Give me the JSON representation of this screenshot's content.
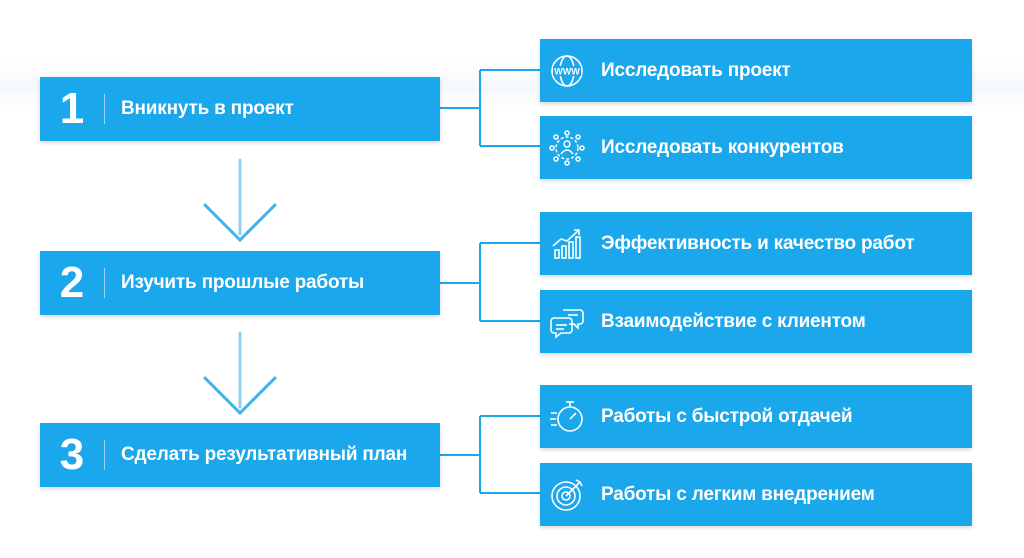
{
  "steps": [
    {
      "number": "1",
      "label": "Вникнуть в проект",
      "tasks": [
        {
          "label": "Исследовать проект",
          "icon": "www-globe-icon"
        },
        {
          "label": "Исследовать конкурентов",
          "icon": "network-user-icon"
        }
      ]
    },
    {
      "number": "2",
      "label": "Изучить прошлые работы",
      "tasks": [
        {
          "label": "Эффективность и качество работ",
          "icon": "growth-chart-icon"
        },
        {
          "label": "Взаимодействие с клиентом",
          "icon": "chat-bubbles-icon"
        }
      ]
    },
    {
      "number": "3",
      "label": "Сделать результативный план",
      "tasks": [
        {
          "label": "Работы с быстрой отдачей",
          "icon": "stopwatch-icon"
        },
        {
          "label": "Работы с легким внедрением",
          "icon": "target-icon"
        }
      ]
    }
  ],
  "colors": {
    "box_fill": "#1aa7eb",
    "connector": "#1aa7eb",
    "arrow": "#3fb3ec",
    "text": "#ffffff"
  }
}
